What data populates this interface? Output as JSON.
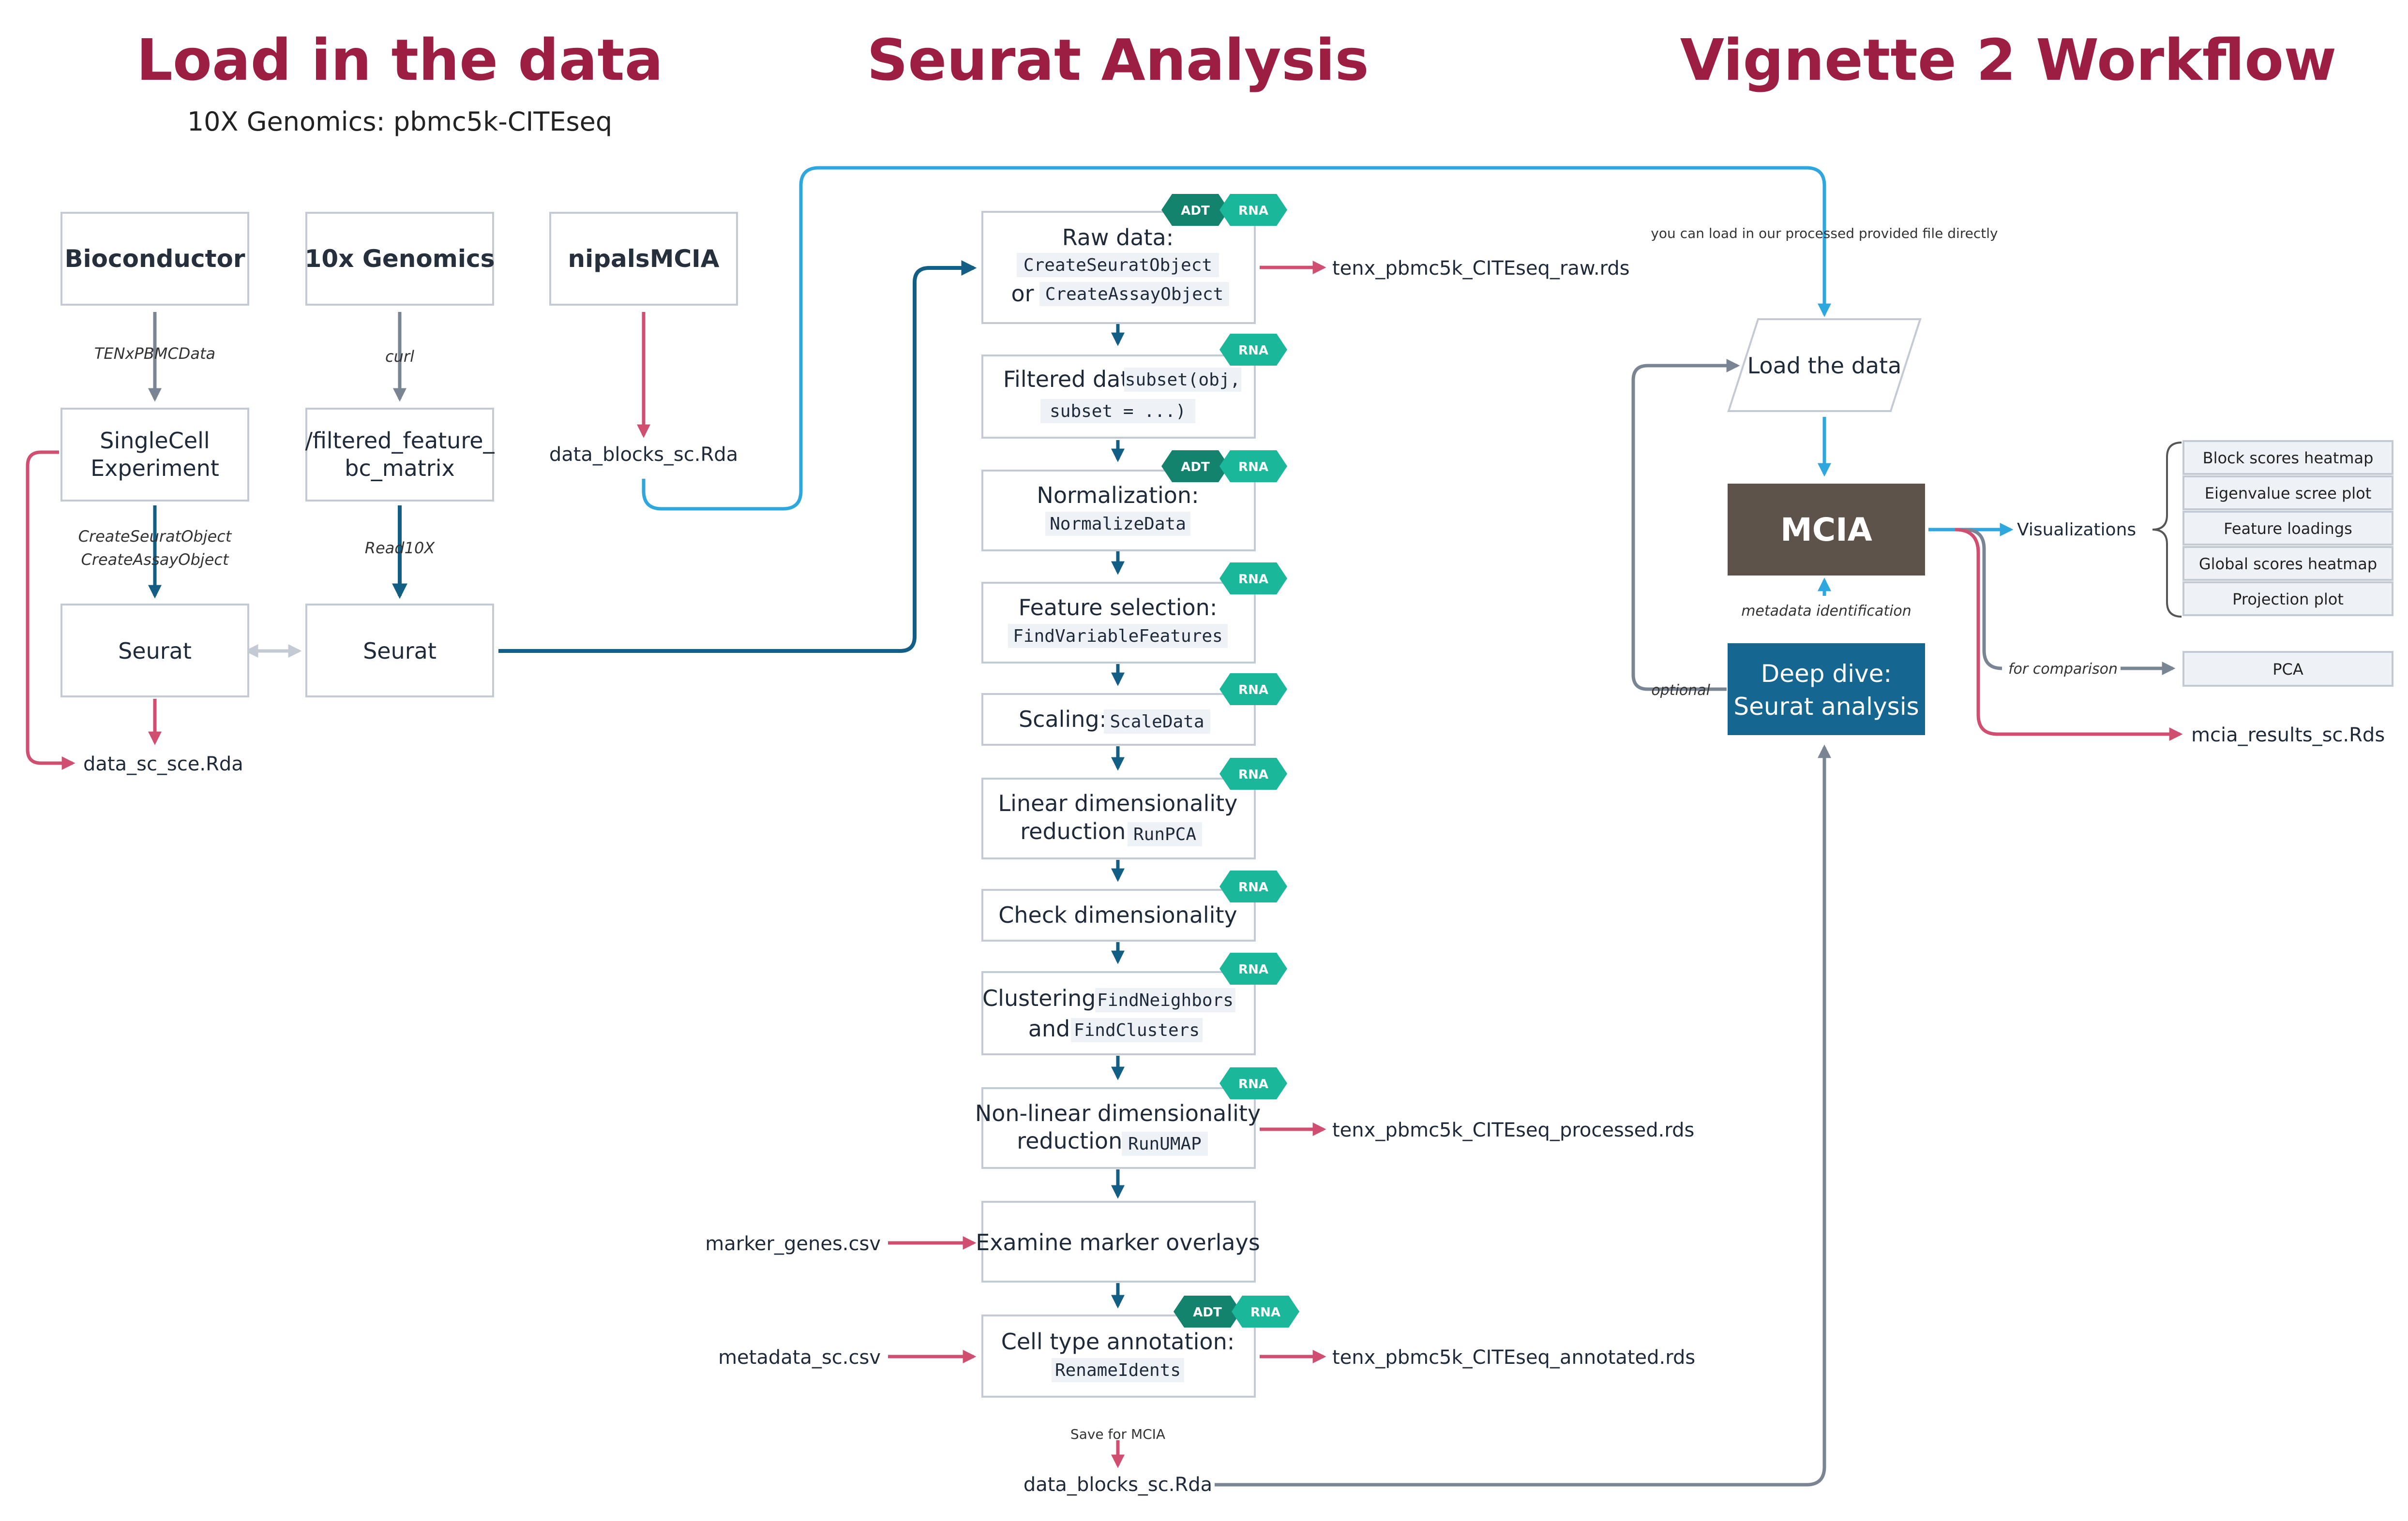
{
  "titles": {
    "load": "Load in the data",
    "seurat": "Seurat Analysis",
    "vignette": "Vignette 2 Workflow",
    "subtitle": "10X Genomics: pbmc5k-CITEseq"
  },
  "colors": {
    "title": "#9c1f43",
    "navy": "#125e85",
    "gray": "#7a8594",
    "pink": "#d04e70",
    "cyan": "#2ea7df",
    "adt": "#13836e",
    "rna": "#1ab79a",
    "mcia": "#5e534a",
    "deepdive": "#156791"
  },
  "sources": {
    "bioconductor": "Bioconductor",
    "tenx": "10x Genomics",
    "nipals": "nipalsMCIA",
    "tenxpbmc": "TENxPBMCData",
    "curl": "curl",
    "sce_line1": "SingleCell",
    "sce_line2": "Experiment",
    "filtered_line1": "/filtered_feature_",
    "filtered_line2": "bc_matrix",
    "create_seurat": "CreateSeuratObject",
    "create_assay": "CreateAssayObject",
    "read10x": "Read10X",
    "seurat_left": "Seurat",
    "seurat_right": "Seurat",
    "data_sc_sce": "data_sc_sce.Rda",
    "data_blocks_top": "data_blocks_sc.Rda"
  },
  "badges": {
    "adt": "ADT",
    "rna": "RNA"
  },
  "steps": {
    "raw_label": "Raw data:",
    "raw_code1": "CreateSeuratObject",
    "raw_or": "or",
    "raw_code2": "CreateAssayObject",
    "filtered_label": "Filtered data:",
    "filtered_code1": "subset(obj,",
    "filtered_code2": "subset = ...)",
    "norm_label": "Normalization:",
    "norm_code": "NormalizeData",
    "feat_label": "Feature selection:",
    "feat_code": "FindVariableFeatures",
    "scale_label": "Scaling:",
    "scale_code": "ScaleData",
    "linear_line1": "Linear dimensionality",
    "linear_line2": "reduction:",
    "linear_code": "RunPCA",
    "check": "Check dimensionality",
    "clust_label": "Clustering:",
    "clust_code1": "FindNeighbors",
    "clust_and": "and",
    "clust_code2": "FindClusters",
    "nonlin_line1": "Non-linear dimensionality",
    "nonlin_line2": "reduction:",
    "nonlin_code": "RunUMAP",
    "examine": "Examine marker overlays",
    "celltype_label": "Cell type annotation:",
    "celltype_code": "RenameIdents"
  },
  "files": {
    "raw_rds": "tenx_pbmc5k_CITEseq_raw.rds",
    "processed_rds": "tenx_pbmc5k_CITEseq_processed.rds",
    "annotated_rds": "tenx_pbmc5k_CITEseq_annotated.rds",
    "marker_csv": "marker_genes.csv",
    "metadata_csv": "metadata_sc.csv",
    "save_for_mcia": "Save for MCIA",
    "data_blocks_bottom": "data_blocks_sc.Rda"
  },
  "workflow": {
    "load_note": "you can load in our processed provided file directly",
    "load_data": "Load the data",
    "mcia": "MCIA",
    "metadata_id": "metadata identification",
    "deep_line1": "Deep dive:",
    "deep_line2": "Seurat analysis",
    "optional": "optional",
    "visualizations": "Visualizations",
    "viz_items": [
      "Block scores heatmap",
      "Eigenvalue scree plot",
      "Feature loadings",
      "Global scores heatmap",
      "Projection plot"
    ],
    "for_comparison": "for comparison",
    "pca": "PCA",
    "mcia_results": "mcia_results_sc.Rds"
  }
}
